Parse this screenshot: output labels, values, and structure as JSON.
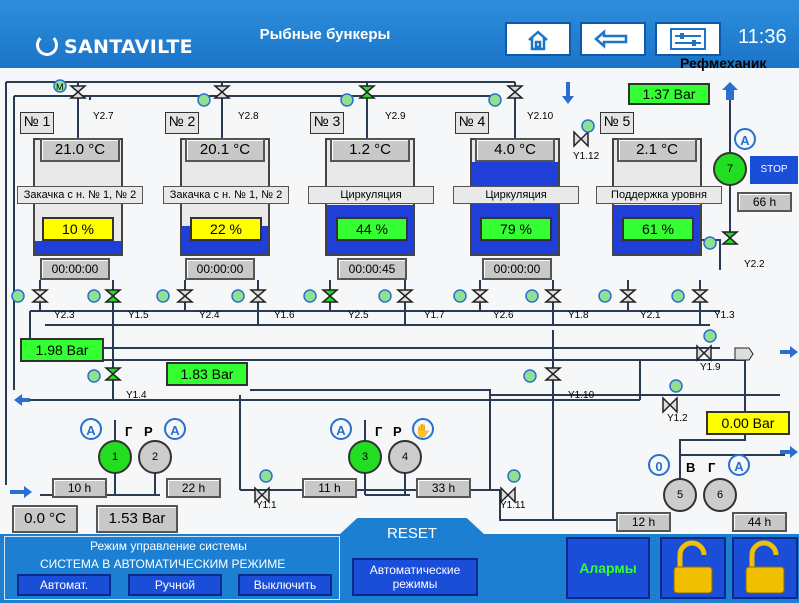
{
  "header": {
    "logo": "SANTAVILTE",
    "title": "Рыбные бункеры",
    "clock": "11:36",
    "role": "Рефмеханик",
    "home_icon": "home-icon",
    "back_icon": "back-arrow-icon",
    "settings_icon": "sliders-icon"
  },
  "tanks": [
    {
      "num": "№ 1",
      "temp": "21.0 °C",
      "mode": "Закачка с н. № 1, № 2",
      "level": "10 %",
      "level_value": 10,
      "level_color": "yellow",
      "timer": "00:00:00"
    },
    {
      "num": "№ 2",
      "temp": "20.1 °C",
      "mode": "Закачка с н. № 1, № 2",
      "level": "22 %",
      "level_value": 22,
      "level_color": "yellow",
      "timer": "00:00:00"
    },
    {
      "num": "№ 3",
      "temp": "1.2 °C",
      "mode": "Циркуляция",
      "level": "44 %",
      "level_value": 44,
      "level_color": "green",
      "timer": "00:00:45"
    },
    {
      "num": "№ 4",
      "temp": "4.0 °C",
      "mode": "Циркуляция",
      "level": "79 %",
      "level_value": 79,
      "level_color": "green",
      "timer": "00:00:00"
    },
    {
      "num": "№ 5",
      "temp": "2.1 °C",
      "mode": "Поддержка уровня",
      "level": "61 %",
      "level_value": 61,
      "level_color": "green"
    }
  ],
  "valves": {
    "top": [
      "Y2.7",
      "Y2.8",
      "Y2.9",
      "Y2.10",
      "Y1.12"
    ],
    "bottom": [
      "Y2.3",
      "Y1.5",
      "Y2.4",
      "Y1.6",
      "Y2.5",
      "Y1.7",
      "Y2.6",
      "Y1.8",
      "Y2.1",
      "Y1.3"
    ],
    "other": [
      "Y2.2",
      "Y1.9",
      "Y1.2",
      "Y1.4",
      "Y1.10",
      "Y1.1",
      "Y1.11"
    ]
  },
  "pressures": {
    "top_right": "1.37 Bar",
    "left": "1.98 Bar",
    "mid": "1.83 Bar",
    "right": "0.00 Bar",
    "bottom": "1.53 Bar"
  },
  "temp_in": "0.0 °C",
  "pumps": [
    {
      "id": "1",
      "hours": "10 h",
      "group": "Г",
      "state": "on",
      "mode": "A"
    },
    {
      "id": "2",
      "hours": "22 h",
      "group": "Р",
      "state": "off",
      "mode": "A"
    },
    {
      "id": "3",
      "hours": "11 h",
      "group": "Г",
      "state": "on",
      "mode": "A"
    },
    {
      "id": "4",
      "hours": "33 h",
      "group": "Р",
      "state": "off",
      "mode": "hand"
    },
    {
      "id": "5",
      "hours": "12 h",
      "group": "В",
      "state": "off",
      "mode": "0"
    },
    {
      "id": "6",
      "hours": "44 h",
      "group": "Г",
      "state": "off",
      "mode": "A"
    },
    {
      "id": "7",
      "hours": "66 h",
      "state": "on",
      "mode": "A",
      "stop": "STOP"
    }
  ],
  "motor_label": "M",
  "footer": {
    "section_title": "Режим управление системы",
    "system_state": "СИСТЕМА В АВТОМАТИЧЕСКИМ РЕЖИМЕ",
    "auto": "Автомат.",
    "manual": "Ручной",
    "off": "Выключить",
    "reset": "RESET",
    "auto_modes": "Автоматические режимы",
    "alarms": "Алармы"
  },
  "colors": {
    "header": "#1b74c8",
    "water": "#1f3fd8",
    "pump_on": "#22dd22",
    "pump_off": "#cccccc",
    "alarm_btn": "#1a4ed8",
    "lock": "#f0c000"
  }
}
